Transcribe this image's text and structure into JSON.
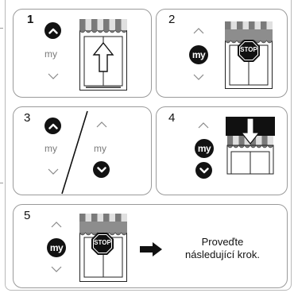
{
  "steps": [
    {
      "number": "1",
      "my_label": "my"
    },
    {
      "number": "2",
      "my_label": "my",
      "sign_text": "STOP"
    },
    {
      "number": "3",
      "my_label_left": "my",
      "my_label_right": "my"
    },
    {
      "number": "4",
      "my_label": "my"
    },
    {
      "number": "5",
      "my_label": "my",
      "sign_text": "STOP",
      "text_line1": "Proveďte",
      "text_line2": "následující krok."
    }
  ],
  "icons": [
    "up-button-icon",
    "down-button-icon",
    "chevron-up-icon",
    "chevron-down-icon",
    "my-button-icon",
    "awning-window-icon",
    "stop-sign-icon",
    "arrow-up-icon",
    "arrow-down-icon",
    "arrow-right-icon"
  ],
  "colors": {
    "button": "#121212",
    "panel_border": "#9a9a9a",
    "awning_stripe_dark": "#7a7a7a",
    "awning_stripe_light": "#d9d9d9"
  }
}
